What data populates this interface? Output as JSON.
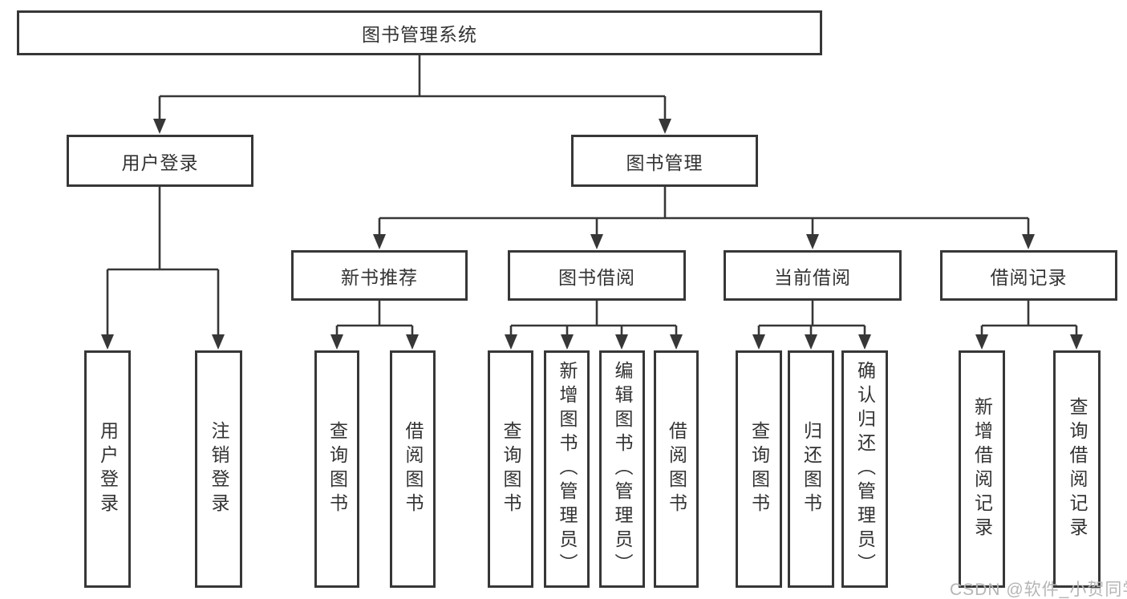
{
  "root": {
    "label": "图书管理系统"
  },
  "branches": [
    {
      "label": "用户登录",
      "children": [
        {
          "label": "用户登录"
        },
        {
          "label": "注销登录"
        }
      ]
    },
    {
      "label": "图书管理",
      "children": [
        {
          "label": "新书推荐",
          "children": [
            {
              "label": "查询图书"
            },
            {
              "label": "借阅图书"
            }
          ]
        },
        {
          "label": "图书借阅",
          "children": [
            {
              "label": "查询图书"
            },
            {
              "label": "新增图书（管理员）"
            },
            {
              "label": "编辑图书（管理员）"
            },
            {
              "label": "借阅图书"
            }
          ]
        },
        {
          "label": "当前借阅",
          "children": [
            {
              "label": "查询图书"
            },
            {
              "label": "归还图书"
            },
            {
              "label": "确认归还（管理员）"
            }
          ]
        },
        {
          "label": "借阅记录",
          "children": [
            {
              "label": "新增借阅记录"
            },
            {
              "label": "查询借阅记录"
            }
          ]
        }
      ]
    }
  ],
  "watermark": "CSDN @软件_小贺同学",
  "colors": {
    "line": "#373737",
    "text": "#333333",
    "watermark": "#b5b5b5"
  }
}
